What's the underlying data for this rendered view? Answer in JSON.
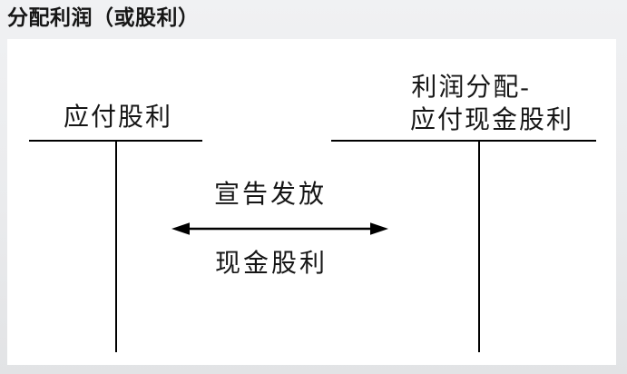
{
  "page_title": "分配利润（或股利）",
  "diagram": {
    "left_account": {
      "label": "应付股利"
    },
    "right_account": {
      "label_line1": "利润分配-",
      "label_line2": "应付现金股利"
    },
    "relation": {
      "label_top": "宣告发放",
      "label_bottom": "现金股利",
      "arrow": "double-headed-horizontal"
    }
  },
  "colors": {
    "background_top": "#f0f1f3",
    "background_mid": "#eaebed",
    "background_bottom": "#e2e3e5",
    "slide_background": "#ffffff",
    "line_color": "#000000",
    "text_color": "#161616"
  }
}
